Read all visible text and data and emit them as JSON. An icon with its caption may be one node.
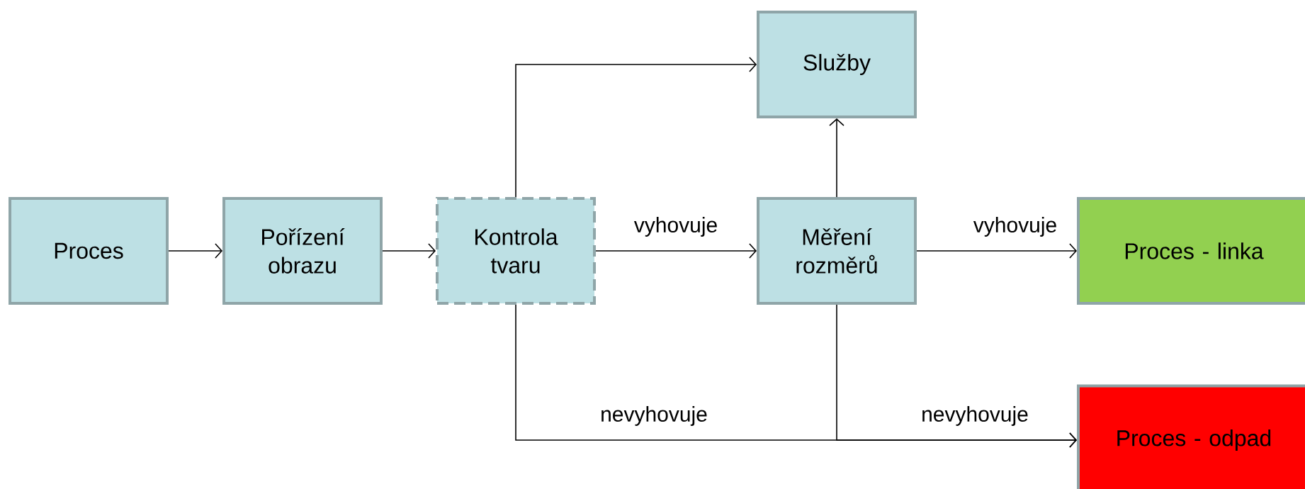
{
  "diagram": {
    "nodes": [
      {
        "text": [
          "Proces"
        ]
      },
      {
        "text": [
          "Pořízení obrazu"
        ]
      },
      {
        "text": [
          "Kontrola tvaru"
        ]
      },
      {
        "text": [
          "Služby"
        ]
      },
      {
        "text": [
          "Měření rozměrů"
        ]
      },
      {
        "text": [
          "Proces - linka"
        ]
      },
      {
        "text": [
          "Proces - odpad"
        ]
      }
    ],
    "edges": [
      {
        "from": 0,
        "to": 1,
        "arrow": "to"
      },
      {
        "from": 1,
        "to": 2,
        "arrow": "to"
      },
      {
        "from": 2,
        "to": 4,
        "arrow": "to",
        "label": "vyhovuje"
      },
      {
        "from": 4,
        "to": 5,
        "arrow": "to",
        "label": "vyhovuje"
      },
      {
        "from": 4,
        "to": 3,
        "arrow": "to"
      },
      {
        "from": 2,
        "to": 3,
        "arrow": "to"
      },
      {
        "from": 2,
        "to": 6,
        "arrow": "to",
        "label": "nevyhovuje"
      },
      {
        "from": 4,
        "to": 6,
        "arrow": "to",
        "label": "nevyhovuje"
      }
    ]
  }
}
